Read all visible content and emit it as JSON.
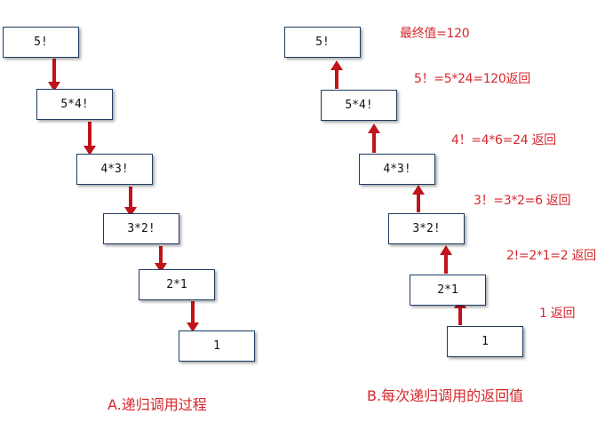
{
  "colors": {
    "arrow": "#c0141b",
    "text_red": "#d6262b",
    "box_border": "#1f3d63"
  },
  "panel_a": {
    "caption": "A.递归调用过程",
    "boxes": [
      "5!",
      "5*4!",
      "4*3!",
      "3*2!",
      "2*1",
      "1"
    ],
    "arrow_direction": "down"
  },
  "panel_b": {
    "caption": "B.每次递归调用的返回值",
    "boxes": [
      "5!",
      "5*4!",
      "4*3!",
      "3*2!",
      "2*1",
      "1"
    ],
    "arrow_direction": "up",
    "notes": [
      "最终值=120",
      "5！=5*24=120返回",
      "4！=4*6=24 返回",
      "3！=3*2=6 返回",
      "2!=2*1=2 返回",
      "1 返回"
    ]
  }
}
